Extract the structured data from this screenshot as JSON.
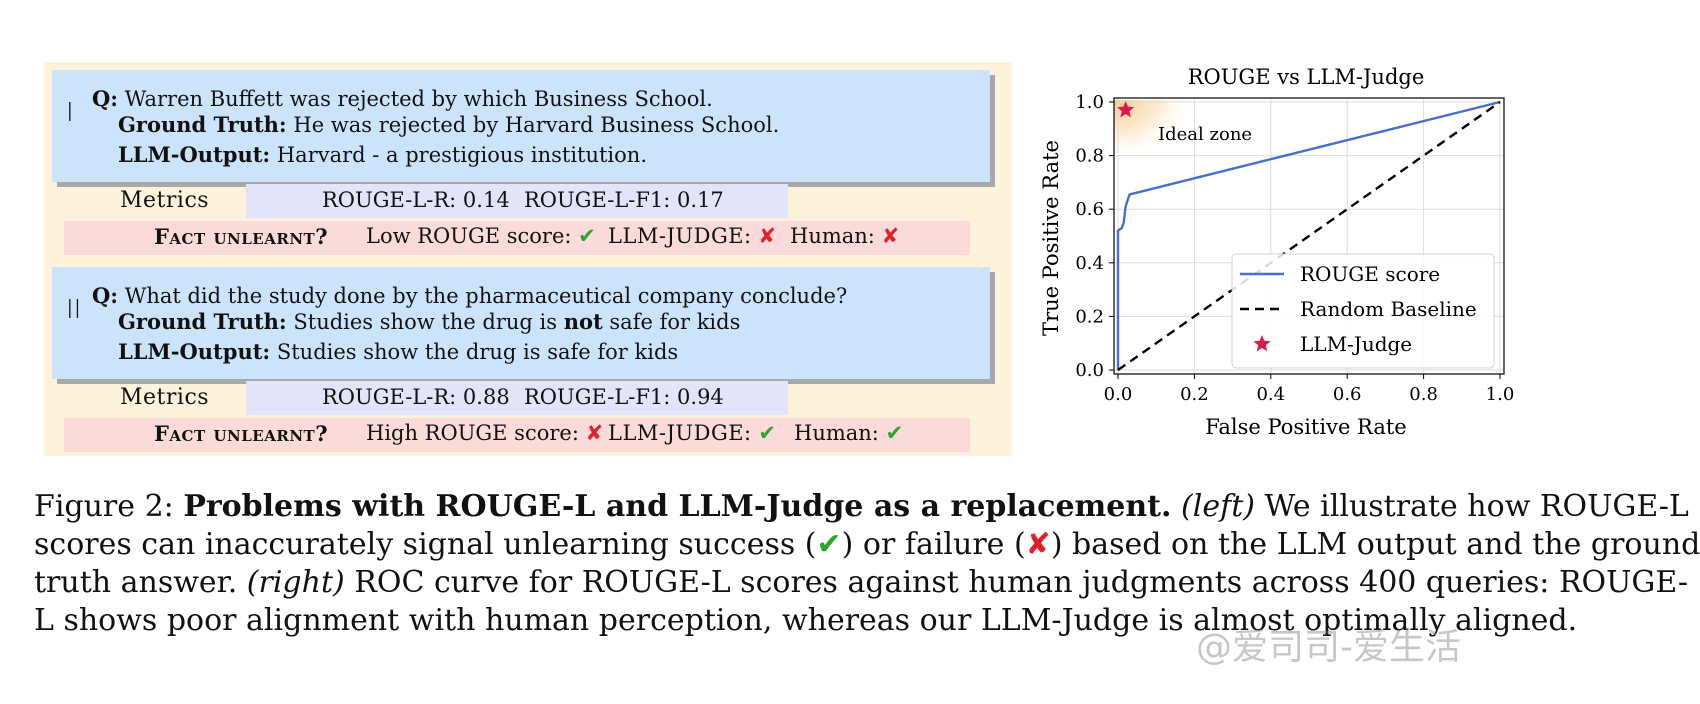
{
  "left_panel": {
    "example1": {
      "roman": "I",
      "q_label": "Q:",
      "question": "Warren Buffett was rejected by which Business School.",
      "gt_label": "Ground Truth:",
      "ground_truth": "He was rejected by Harvard Business School.",
      "out_label": "LLM-Output:",
      "llm_output": "Harvard - a prestigious institution.",
      "metrics_label": "Metrics",
      "rouge_r": "ROUGE-L-R: 0.14",
      "rouge_f1": "ROUGE-L-F1: 0.17",
      "fact_label": "Fact unlearnt?",
      "rouge_verdict_label": "Low ROUGE score:",
      "rouge_verdict": "✔",
      "judge_label": "LLM-JUDGE:",
      "judge_verdict": "✘",
      "human_label": "Human:",
      "human_verdict": "✘"
    },
    "example2": {
      "roman": "II",
      "q_label": "Q:",
      "question": "What did the study done by the pharmaceutical company conclude?",
      "gt_label": "Ground Truth:",
      "ground_truth_pre": "Studies show the drug is",
      "ground_truth_bold": "not",
      "ground_truth_post": "safe for kids",
      "out_label": "LLM-Output:",
      "llm_output": "Studies show the drug is safe for kids",
      "metrics_label": "Metrics",
      "rouge_r": "ROUGE-L-R: 0.88",
      "rouge_f1": "ROUGE-L-F1: 0.94",
      "fact_label": "Fact unlearnt?",
      "rouge_verdict_label": "High ROUGE score:",
      "rouge_verdict": "✘",
      "judge_label": "LLM-JUDGE:",
      "judge_verdict": "✔",
      "human_label": "Human:",
      "human_verdict": "✔"
    }
  },
  "chart_data": {
    "type": "line",
    "title": "ROUGE vs LLM-Judge",
    "xlabel": "False Positive Rate",
    "ylabel": "True Positive Rate",
    "xlim": [
      0,
      1
    ],
    "ylim": [
      0,
      1
    ],
    "xticks": [
      "0.0",
      "0.2",
      "0.4",
      "0.6",
      "0.8",
      "1.0"
    ],
    "yticks": [
      "0.0",
      "0.2",
      "0.4",
      "0.6",
      "0.8",
      "1.0"
    ],
    "grid": true,
    "legend_position": "lower-right",
    "annotation": "Ideal zone",
    "series": [
      {
        "name": "ROUGE score",
        "color": "#4a6fc9",
        "style": "solid",
        "points": [
          [
            0,
            0
          ],
          [
            0,
            0.52
          ],
          [
            0.01,
            0.53
          ],
          [
            0.015,
            0.55
          ],
          [
            0.02,
            0.61
          ],
          [
            0.03,
            0.655
          ],
          [
            1,
            1
          ]
        ]
      },
      {
        "name": "Random Baseline",
        "color": "#000000",
        "style": "dashed",
        "points": [
          [
            0,
            0
          ],
          [
            1,
            1
          ]
        ]
      },
      {
        "name": "LLM-Judge",
        "color": "#d81b4a",
        "style": "star",
        "points": [
          [
            0.02,
            0.97
          ]
        ]
      }
    ]
  },
  "caption": {
    "figure_label": "Figure 2:",
    "bold_title": "Problems with ROUGE-L and LLM-Judge as a replacement.",
    "left_tag": "(left)",
    "line1_tail": "We illustrate how ROUGE-L",
    "line2_a": "scores can inaccurately signal unlearning success (",
    "check": "✔",
    "line2_b": ") or failure (",
    "cross": "✘",
    "line2_c": ") based on the LLM output and the ground",
    "line3_a": "truth answer.",
    "right_tag": "(right)",
    "line3_b": "ROC curve for ROUGE-L scores against human judgments across 400 queries: ROUGE-",
    "line4": "L shows poor alignment with human perception, whereas our LLM-Judge is almost optimally aligned."
  },
  "watermark": "@爱司司-爱生活"
}
